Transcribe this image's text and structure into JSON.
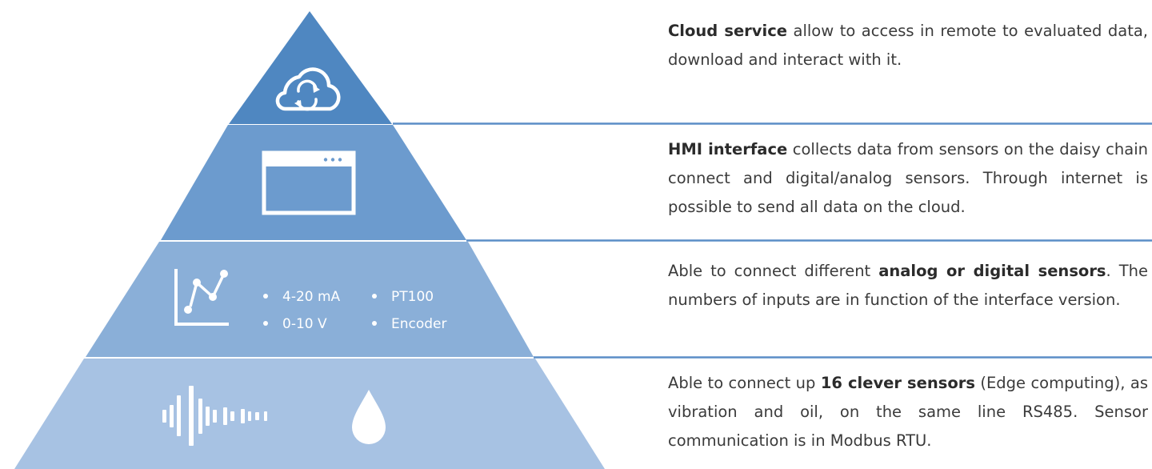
{
  "colors": {
    "tier1": "#4f87c1",
    "tier2": "#6c9bce",
    "tier3": "#8aafd8",
    "tier4": "#a7c2e3",
    "divider": "#5b8ec7",
    "icon": "#ffffff"
  },
  "tiers": [
    {
      "id": "cloud",
      "icon": "cloud-sync-icon",
      "desc_bold": "Cloud service",
      "desc_rest": " allow to access in remote to evaluated data, download and interact with it."
    },
    {
      "id": "hmi",
      "icon": "browser-window-icon",
      "desc_bold": "HMI interface",
      "desc_rest": " collects data from sensors on the daisy chain connect and digital/analog sensors. Through internet is possible to send all data on the cloud."
    },
    {
      "id": "analog",
      "icon": "line-chart-icon",
      "sensor_types": [
        "4-20 mA",
        "PT100",
        "0-10 V",
        "Encoder"
      ],
      "desc_pre": "Able to connect different ",
      "desc_bold": "analog or digital sensors",
      "desc_rest": ". The numbers of inputs are in function of the interface version."
    },
    {
      "id": "clever",
      "icons": [
        "sound-wave-icon",
        "oil-drop-icon"
      ],
      "desc_pre": "Able to connect up ",
      "desc_bold": "16 clever sensors",
      "desc_rest": " (Edge computing), as vibration and oil, on the same line RS485. Sensor communication is in Modbus RTU."
    }
  ]
}
